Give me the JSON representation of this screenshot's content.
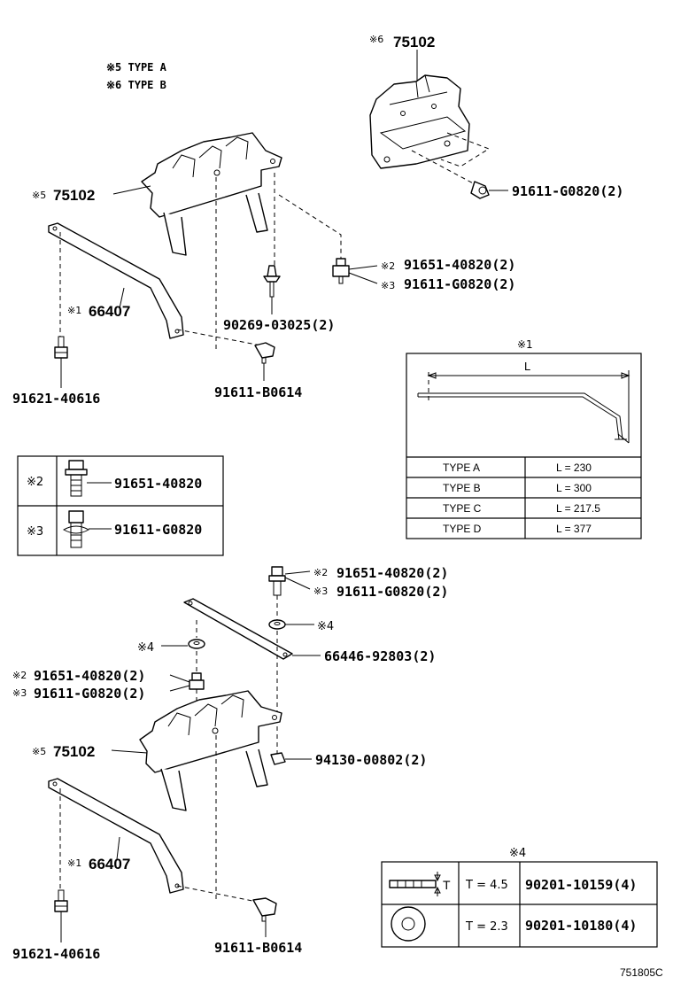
{
  "legend": {
    "line1": "※5 TYPE A",
    "line2": "※6 TYPE B"
  },
  "callouts": {
    "c75102_top_ref": "※6",
    "c75102_top": "75102",
    "c75102_mid_ref": "※5",
    "c75102_mid": "75102",
    "c66407_top_ref": "※1",
    "c66407_top": "66407",
    "c91611g_top": "91611-G0820(2)",
    "c91651_top_ref": "※2",
    "c91651_top": "91651-40820(2)",
    "c91611g_top2_ref": "※3",
    "c91611g_top2": "91611-G0820(2)",
    "c90269": "90269-03025(2)",
    "c91621_top": "91621-40616",
    "c91611b_top": "91611-B0614",
    "c91651_low_ref": "※2",
    "c91651_low": "91651-40820(2)",
    "c91611g_low_ref": "※3",
    "c91611g_low": "91611-G0820(2)",
    "c_washer_r": "※4",
    "c_washer_l": "※4",
    "c66446": "66446-92803(2)",
    "c91651_left_ref": "※2",
    "c91651_left": "91651-40820(2)",
    "c91611g_left_ref": "※3",
    "c91611g_left": "91611-G0820(2)",
    "c75102_low_ref": "※5",
    "c75102_low": "75102",
    "c94130": "94130-00802(2)",
    "c66407_low_ref": "※1",
    "c66407_low": "66407",
    "c91621_low": "91621-40616",
    "c91611b_low": "91611-B0614",
    "footer_code": "751805C"
  },
  "bolt_table": {
    "rows": [
      {
        "ref": "※2",
        "part": "91651-40820"
      },
      {
        "ref": "※3",
        "part": "91611-G0820"
      }
    ]
  },
  "type_table": {
    "title": "※1",
    "dim_label": "L",
    "rows": [
      {
        "type": "TYPE A",
        "length": "L = 230"
      },
      {
        "type": "TYPE B",
        "length": "L = 300"
      },
      {
        "type": "TYPE C",
        "length": "L = 217.5"
      },
      {
        "type": "TYPE D",
        "length": "L = 377"
      }
    ]
  },
  "washer_table": {
    "title": "※4",
    "t_label": "T",
    "rows": [
      {
        "thickness": "T = 4.5",
        "part": "90201-10159(4)"
      },
      {
        "thickness": "T = 2.3",
        "part": "90201-10180(4)"
      }
    ]
  }
}
